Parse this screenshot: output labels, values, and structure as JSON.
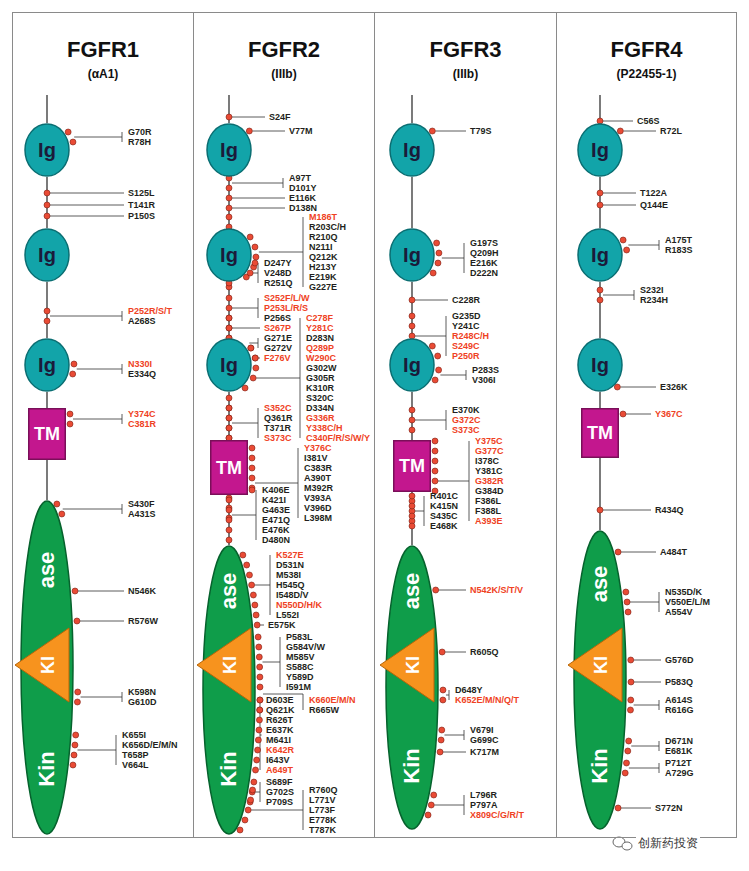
{
  "diagram": {
    "nodes": [
      {
        "text": [
          "FGFR1",
          "(αA1)"
        ]
      },
      {
        "text": [
          "Ig"
        ],
        "in": 0
      },
      {
        "text": [
          "Ig"
        ],
        "in": 0
      },
      {
        "text": [
          "Ig"
        ],
        "in": 0
      },
      {
        "text": [
          "TM"
        ],
        "in": 0
      },
      {
        "text": [
          "Kin",
          "ase"
        ],
        "in": 0
      },
      {
        "text": [
          "KI"
        ],
        "in": 5
      },
      {
        "text": [
          "FGFR2",
          "(IIIb)"
        ]
      },
      {
        "text": [
          "Ig"
        ],
        "in": 7
      },
      {
        "text": [
          "Ig"
        ],
        "in": 7
      },
      {
        "text": [
          "Ig"
        ],
        "in": 7
      },
      {
        "text": [
          "TM"
        ],
        "in": 7
      },
      {
        "text": [
          "Kin",
          "ase"
        ],
        "in": 7
      },
      {
        "text": [
          "KI"
        ],
        "in": 12
      },
      {
        "text": [
          "FGFR3",
          "(IIIb)"
        ]
      },
      {
        "text": [
          "Ig"
        ],
        "in": 14
      },
      {
        "text": [
          "Ig"
        ],
        "in": 14
      },
      {
        "text": [
          "Ig"
        ],
        "in": 14
      },
      {
        "text": [
          "TM"
        ],
        "in": 14
      },
      {
        "text": [
          "Kin",
          "ase"
        ],
        "in": 14
      },
      {
        "text": [
          "KI"
        ],
        "in": 19
      },
      {
        "text": [
          "FGFR4",
          "(P22455-1)"
        ]
      },
      {
        "text": [
          "Ig"
        ],
        "in": 21
      },
      {
        "text": [
          "Ig"
        ],
        "in": 21
      },
      {
        "text": [
          "Ig"
        ],
        "in": 21
      },
      {
        "text": [
          "TM"
        ],
        "in": 21
      },
      {
        "text": [
          "Kin",
          "ase"
        ],
        "in": 21
      },
      {
        "text": [
          "KI"
        ],
        "in": 26
      }
    ],
    "edges": [
      {
        "from": 1,
        "to": 2,
        "arrow": "none"
      },
      {
        "from": 2,
        "to": 3,
        "arrow": "none"
      },
      {
        "from": 3,
        "to": 4,
        "arrow": "none"
      },
      {
        "from": 4,
        "to": 5,
        "arrow": "none"
      },
      {
        "from": 8,
        "to": 9,
        "arrow": "none"
      },
      {
        "from": 9,
        "to": 10,
        "arrow": "none"
      },
      {
        "from": 10,
        "to": 11,
        "arrow": "none"
      },
      {
        "from": 11,
        "to": 12,
        "arrow": "none"
      },
      {
        "from": 15,
        "to": 16,
        "arrow": "none"
      },
      {
        "from": 16,
        "to": 17,
        "arrow": "none"
      },
      {
        "from": 17,
        "to": 18,
        "arrow": "none"
      },
      {
        "from": 18,
        "to": 19,
        "arrow": "none"
      },
      {
        "from": 22,
        "to": 23,
        "arrow": "none"
      },
      {
        "from": 23,
        "to": 24,
        "arrow": "none"
      },
      {
        "from": 24,
        "to": 25,
        "arrow": "none"
      },
      {
        "from": 25,
        "to": 26,
        "arrow": "none"
      }
    ],
    "labels": [
      "G70R",
      "R78H",
      "S125L",
      "T141R",
      "P150S",
      "P252R/S/T",
      "A268S",
      "N330I",
      "E334Q",
      "Y374C",
      "C381R",
      "S430F",
      "A431S",
      "N546K",
      "R576W",
      "K598N",
      "G610D",
      "K655I",
      "K656D/E/M/N",
      "T658P",
      "V664L",
      "S24F",
      "V77M",
      "A97T",
      "D101Y",
      "E116K",
      "D138N",
      "M186T",
      "R203C/H",
      "R210Q",
      "N211I",
      "Q212K",
      "H213Y",
      "E219K",
      "G227E",
      "D247Y",
      "V248D",
      "R251Q",
      "S252F/L/W",
      "P253L/R/S",
      "P256S",
      "S267P",
      "G271E",
      "G272V",
      "F276V",
      "C278F",
      "Y281C",
      "D283N",
      "Q289P",
      "W290C",
      "G302W",
      "G305R",
      "K310R",
      "S320C",
      "D334N",
      "G336R",
      "Y338C/H",
      "C340F/R/S/W/Y",
      "S352C",
      "Q361R",
      "T371R",
      "S373C",
      "Y376C",
      "I381V",
      "C383R",
      "A390T",
      "M392R",
      "V393A",
      "V396D",
      "L398M",
      "K406E",
      "K421I",
      "G463E",
      "E471Q",
      "E476K",
      "D480N",
      "K527E",
      "D531N",
      "M538I",
      "H545Q",
      "I548D/V",
      "N550D/H/K",
      "L552I",
      "E575K",
      "P583L",
      "G584V/W",
      "M585V",
      "S588C",
      "Y589D",
      "I591M",
      "D603E",
      "Q621K",
      "R626T",
      "E637K",
      "M641I",
      "K642R",
      "I643V",
      "A649T",
      "K660E/M/N",
      "R665W",
      "S689F",
      "G702S",
      "P709S",
      "R760Q",
      "L771V",
      "L773F",
      "E778K",
      "T787K",
      "T79S",
      "G197S",
      "Q209H",
      "E216K",
      "D222N",
      "C228R",
      "G235D",
      "Y241C",
      "R248C/H",
      "S249C",
      "P250R",
      "P283S",
      "V306I",
      "E370K",
      "G372C",
      "S373C",
      "Y375C",
      "G377C",
      "I378C",
      "Y381C",
      "G382R",
      "G384D",
      "F386L",
      "F388L",
      "A393E",
      "R401C",
      "K415N",
      "S435C",
      "E468K",
      "N542K/S/T/V",
      "R605Q",
      "D648Y",
      "K652E/M/N/Q/T",
      "V679I",
      "G699C",
      "K717M",
      "L796R",
      "P797A",
      "X809C/G/R/T",
      "C56S",
      "R72L",
      "T122A",
      "Q144E",
      "A175T",
      "R183S",
      "S232I",
      "R234H",
      "E326K",
      "Y367C",
      "R434Q",
      "A484T",
      "N535D/K",
      "V550E/L/M",
      "A554V",
      "G576D",
      "P583Q",
      "A614S",
      "R616G",
      "D671N",
      "E681K",
      "P712T",
      "A729G",
      "S772N",
      "创新药投资"
    ]
  }
}
